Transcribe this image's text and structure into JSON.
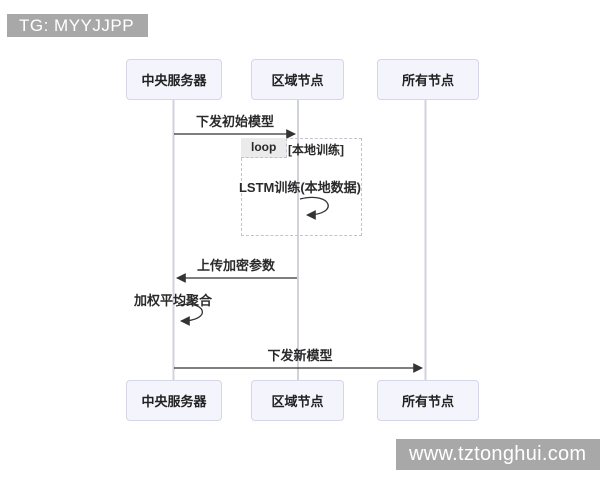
{
  "badges": {
    "tg": "TG: MYYJJPP",
    "watermark": "www.tztonghui.com"
  },
  "diagram": {
    "type": "sequence-diagram",
    "actors": [
      {
        "label": "中央服务器"
      },
      {
        "label": "区域节点"
      },
      {
        "label": "所有节点"
      }
    ],
    "messages": [
      {
        "label": "下发初始模型",
        "from": "中央服务器",
        "to": "区域节点",
        "self": false
      },
      {
        "label": "LSTM训练(本地数据)",
        "from": "区域节点",
        "to": "区域节点",
        "self": true
      },
      {
        "label": "上传加密参数",
        "from": "区域节点",
        "to": "中央服务器",
        "self": false
      },
      {
        "label": "加权平均聚合",
        "from": "中央服务器",
        "to": "中央服务器",
        "self": true
      },
      {
        "label": "下发新模型",
        "from": "中央服务器",
        "to": "所有节点",
        "self": false
      }
    ],
    "loop": {
      "label": "loop",
      "condition": "[本地训练]"
    }
  },
  "colors": {
    "badge_bg": "#a8a8a8",
    "badge_text": "#ffffff",
    "actor_fill": "#f4f4fc",
    "actor_border": "#d6d6e9",
    "lifeline": "#d2d2dc",
    "arrow": "#333333",
    "loop_border": "#c3c3cf",
    "loop_label_bg": "#ebebeb",
    "background": "#ffffff"
  }
}
